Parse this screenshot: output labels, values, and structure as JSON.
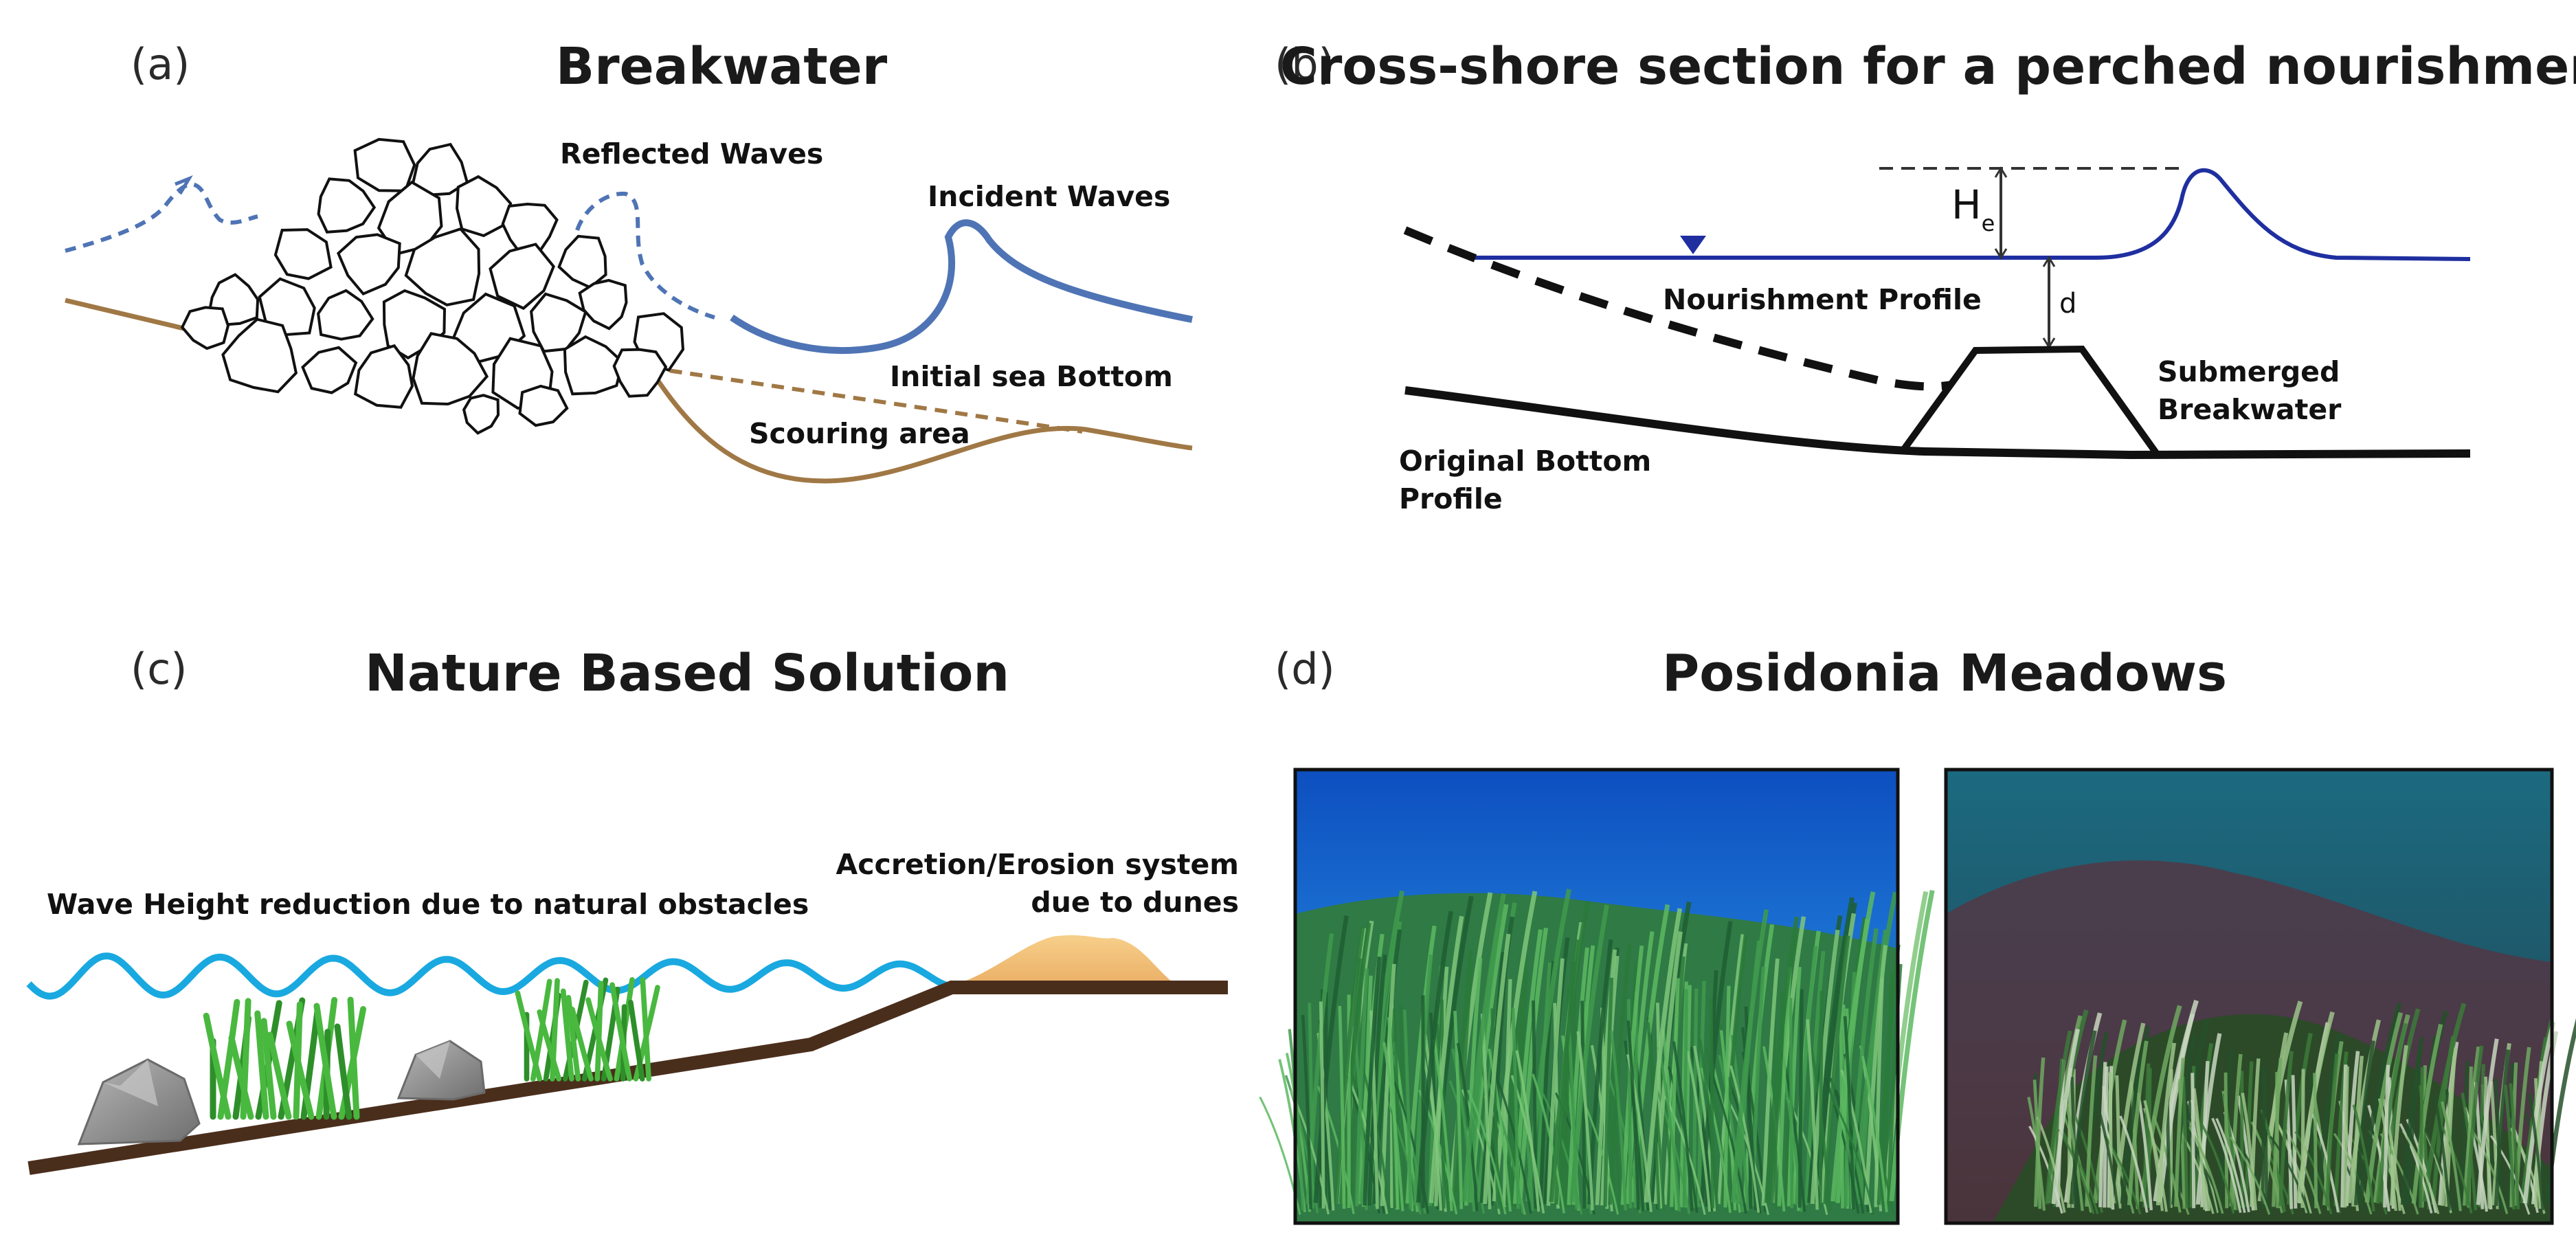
{
  "panels": {
    "a": {
      "letter": "(a)",
      "title": "Breakwater",
      "labels": {
        "reflected": "Reflected Waves",
        "incident": "Incident Waves",
        "initial_bottom": "Initial sea Bottom",
        "scouring": "Scouring area"
      }
    },
    "b": {
      "letter": "(b)",
      "title": "Cross-shore section for a perched nourishment",
      "labels": {
        "he_main": "H",
        "he_sub": "e",
        "d": "d",
        "nourishment": "Nourishment Profile",
        "submerged_1": "Submerged",
        "submerged_2": "Breakwater",
        "original_1": "Original Bottom",
        "original_2": "Profile"
      }
    },
    "c": {
      "letter": "(c)",
      "title": "Nature Based Solution",
      "labels": {
        "wave_reduction": "Wave Height reduction due to natural obstacles",
        "accretion_1": "Accretion/Erosion system",
        "accretion_2": "due to dunes"
      }
    },
    "d": {
      "letter": "(d)",
      "title": "Posidonia Meadows"
    }
  },
  "colors": {
    "wave_blue": "#4f74b5",
    "water_blue": "#1f2fa0",
    "sediment_brown": "#a07845",
    "nbs_wave": "#19a9e0",
    "ground_brown": "#4a2e1c",
    "sand": "#f2c07a",
    "seagrass": "#3fae3a",
    "rock": "#8f8f8f"
  }
}
